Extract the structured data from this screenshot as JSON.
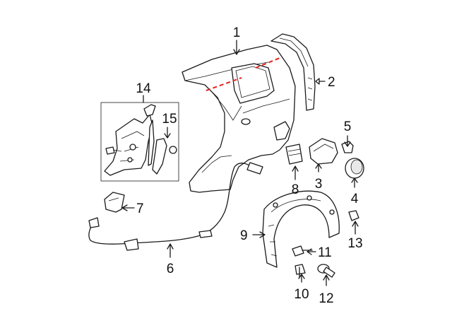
{
  "diagram": {
    "callouts": [
      {
        "id": "c1",
        "label": "1"
      },
      {
        "id": "c2",
        "label": "2"
      },
      {
        "id": "c3",
        "label": "3"
      },
      {
        "id": "c4",
        "label": "4"
      },
      {
        "id": "c5",
        "label": "5"
      },
      {
        "id": "c6",
        "label": "6"
      },
      {
        "id": "c7",
        "label": "7"
      },
      {
        "id": "c8",
        "label": "8"
      },
      {
        "id": "c9",
        "label": "9"
      },
      {
        "id": "c10",
        "label": "10"
      },
      {
        "id": "c11",
        "label": "11"
      },
      {
        "id": "c12",
        "label": "12"
      },
      {
        "id": "c13",
        "label": "13"
      },
      {
        "id": "c14",
        "label": "14"
      },
      {
        "id": "c15",
        "label": "15"
      }
    ],
    "colors": {
      "line": "#1a1a1a",
      "cut_line": "#e0231e",
      "background": "#ffffff"
    }
  }
}
